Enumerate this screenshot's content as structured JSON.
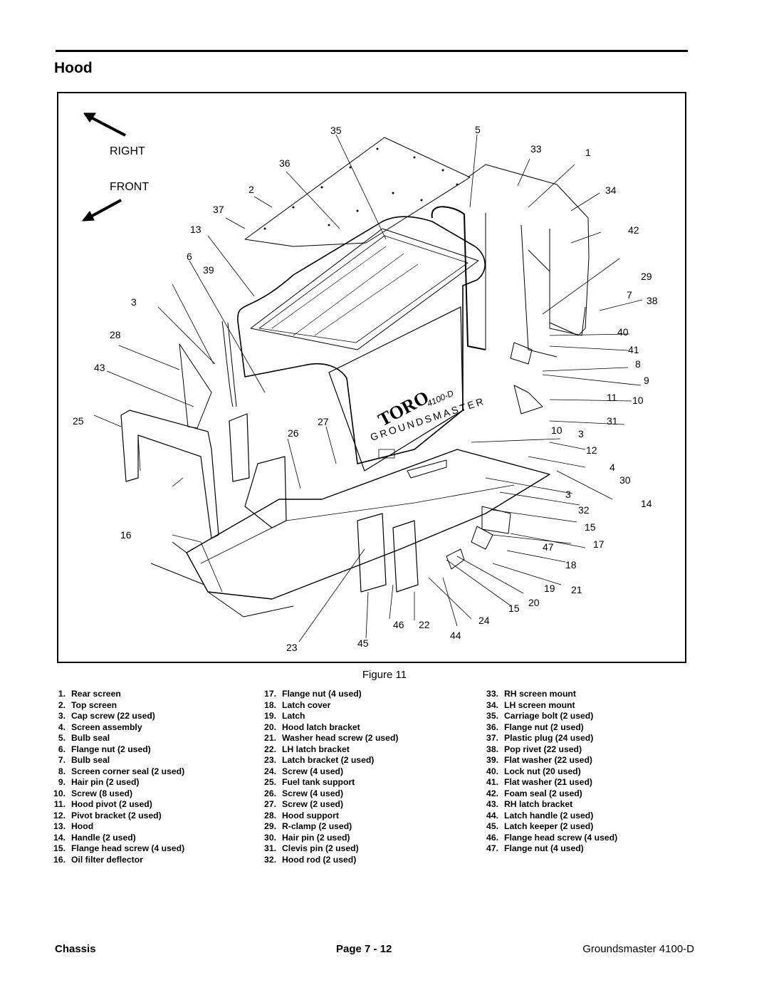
{
  "page": {
    "title": "Hood",
    "figure_caption": "Figure 11",
    "footer": {
      "section": "Chassis",
      "page": "Page 7 - 12",
      "model": "Groundsmaster 4100-D"
    }
  },
  "orientation": {
    "right": "RIGHT",
    "front": "FRONT"
  },
  "callouts": [
    "35",
    "5",
    "33",
    "1",
    "36",
    "2",
    "34",
    "37",
    "13",
    "42",
    "6",
    "39",
    "29",
    "7",
    "3",
    "38",
    "28",
    "40",
    "41",
    "43",
    "8",
    "9",
    "11",
    "10",
    "25",
    "27",
    "26",
    "10",
    "31",
    "3",
    "12",
    "4",
    "30",
    "3",
    "14",
    "32",
    "15",
    "16",
    "47",
    "17",
    "18",
    "19",
    "21",
    "20",
    "15",
    "46",
    "22",
    "24",
    "44",
    "23",
    "45",
    "17"
  ],
  "legend": {
    "col1": [
      {
        "n": "1.",
        "t": "Rear screen"
      },
      {
        "n": "2.",
        "t": "Top screen"
      },
      {
        "n": "3.",
        "t": "Cap screw (22 used)"
      },
      {
        "n": "4.",
        "t": "Screen assembly"
      },
      {
        "n": "5.",
        "t": "Bulb seal"
      },
      {
        "n": "6.",
        "t": "Flange nut (2 used)"
      },
      {
        "n": "7.",
        "t": "Bulb seal"
      },
      {
        "n": "8.",
        "t": "Screen corner seal (2 used)"
      },
      {
        "n": "9.",
        "t": "Hair pin (2 used)"
      },
      {
        "n": "10.",
        "t": "Screw (8 used)"
      },
      {
        "n": "11.",
        "t": "Hood pivot (2 used)"
      },
      {
        "n": "12.",
        "t": "Pivot bracket (2 used)"
      },
      {
        "n": "13.",
        "t": "Hood"
      },
      {
        "n": "14.",
        "t": "Handle (2 used)"
      },
      {
        "n": "15.",
        "t": "Flange head screw (4 used)"
      },
      {
        "n": "16.",
        "t": "Oil filter deflector"
      }
    ],
    "col2": [
      {
        "n": "17.",
        "t": "Flange nut (4 used)"
      },
      {
        "n": "18.",
        "t": "Latch cover"
      },
      {
        "n": "19.",
        "t": "Latch"
      },
      {
        "n": "20.",
        "t": "Hood latch bracket"
      },
      {
        "n": "21.",
        "t": "Washer head screw (2 used)"
      },
      {
        "n": "22.",
        "t": "LH latch bracket"
      },
      {
        "n": "23.",
        "t": "Latch bracket (2 used)"
      },
      {
        "n": "24.",
        "t": "Screw (4 used)"
      },
      {
        "n": "25.",
        "t": "Fuel tank support"
      },
      {
        "n": "26.",
        "t": "Screw (4 used)"
      },
      {
        "n": "27.",
        "t": "Screw (2 used)"
      },
      {
        "n": "28.",
        "t": "Hood support"
      },
      {
        "n": "29.",
        "t": "R-clamp (2 used)"
      },
      {
        "n": "30.",
        "t": "Hair pin (2 used)"
      },
      {
        "n": "31.",
        "t": "Clevis pin (2 used)"
      },
      {
        "n": "32.",
        "t": "Hood rod (2 used)"
      }
    ],
    "col3": [
      {
        "n": "33.",
        "t": "RH screen mount"
      },
      {
        "n": "34.",
        "t": "LH screen mount"
      },
      {
        "n": "35.",
        "t": "Carriage bolt (2 used)"
      },
      {
        "n": "36.",
        "t": "Flange nut (2 used)"
      },
      {
        "n": "37.",
        "t": "Plastic plug (24 used)"
      },
      {
        "n": "38.",
        "t": "Pop rivet (22 used)"
      },
      {
        "n": "39.",
        "t": "Flat washer (22 used)"
      },
      {
        "n": "40.",
        "t": "Lock nut (20 used)"
      },
      {
        "n": "41.",
        "t": "Flat washer (21 used)"
      },
      {
        "n": "42.",
        "t": "Foam seal (2 used)"
      },
      {
        "n": "43.",
        "t": "RH latch bracket"
      },
      {
        "n": "44.",
        "t": "Latch handle (2 used)"
      },
      {
        "n": "45.",
        "t": "Latch keeper (2 used)"
      },
      {
        "n": "46.",
        "t": "Flange head screw (4 used)"
      },
      {
        "n": "47.",
        "t": "Flange nut (4 used)"
      }
    ]
  },
  "logo_text": {
    "brand": "TORO",
    "product": "GROUNDSMASTER",
    "model": "4100-D"
  }
}
